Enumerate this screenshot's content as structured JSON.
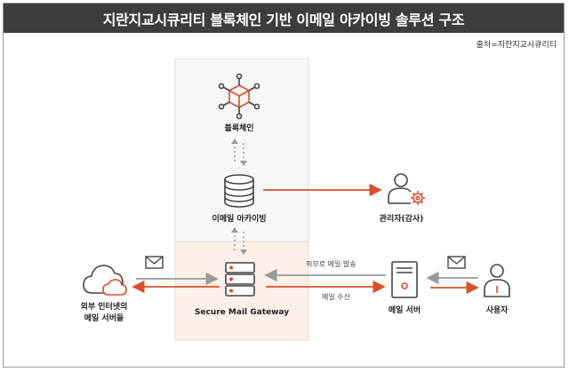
{
  "title": "지란지교시큐리티 블록체인 기반 이메일 아카이빙 솔루션 구조",
  "source": "출처=지란지교시큐리티",
  "nodes": {
    "blockchain": "블록체인",
    "archiving": "이메일 아카이빙",
    "admin": "관리자(감사)",
    "gateway": "Secure Mail Gateway",
    "external_line1": "외부 인터넷의",
    "external_line2": "메일 서버들",
    "mail_server": "메일 서버",
    "user": "사용자"
  },
  "edges": {
    "outbound": "외부로 메일 발송",
    "inbound": "메일 수신"
  },
  "colors": {
    "title_bg": "#3d3d3d",
    "accent": "#d9502a",
    "gray_arrow": "#9a9a9a",
    "panel_top": "#f7f7f7",
    "panel_bottom": "#fdf0e8",
    "icon_stroke": "#444444"
  }
}
